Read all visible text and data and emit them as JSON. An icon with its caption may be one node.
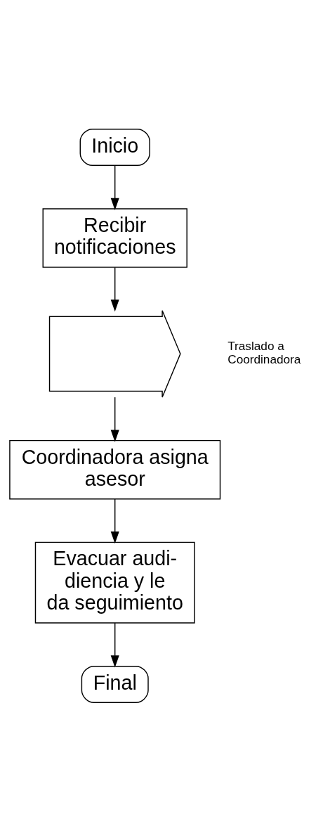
{
  "diagram": {
    "nodes": [
      {
        "text": [
          "Inicio"
        ]
      },
      {
        "text": [
          "Recibir notificaciones"
        ]
      },
      {
        "text": [],
        "shape": "arrow",
        "beside": [
          "Traslado a Coordinadora"
        ]
      },
      {
        "text": [
          "Coordinadora asigna asesor"
        ]
      },
      {
        "text": [
          "Evacuar audi- diencia y le da seguimiento"
        ]
      },
      {
        "text": [
          "Final"
        ]
      }
    ],
    "edges": [
      {
        "from": 0,
        "to": 1,
        "arrow": "to"
      },
      {
        "from": 1,
        "to": 2,
        "arrow": "to"
      },
      {
        "from": 2,
        "to": 3,
        "arrow": "to"
      },
      {
        "from": 3,
        "to": 4,
        "arrow": "to"
      },
      {
        "from": 4,
        "to": 5,
        "arrow": "to"
      }
    ]
  }
}
